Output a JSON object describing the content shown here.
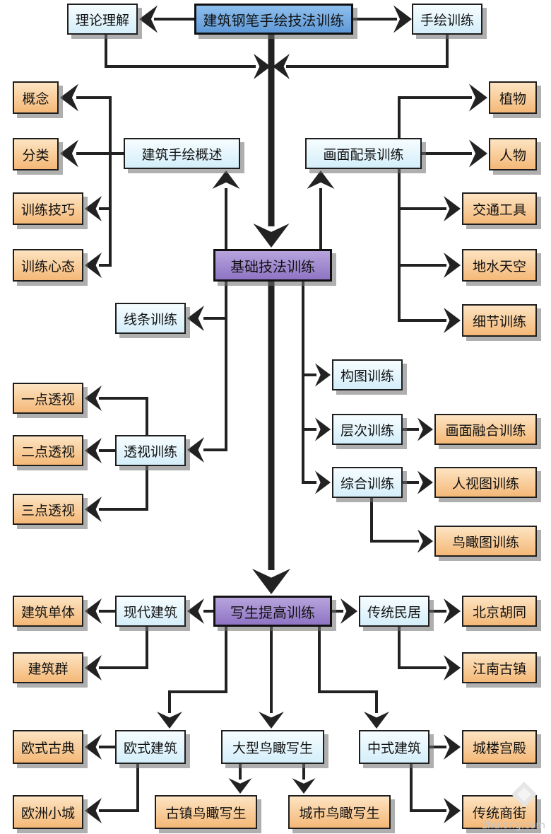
{
  "title": "建筑钢笔手绘技法训练",
  "colors": {
    "root_fill": "#6fa6e0",
    "hub_fill": "#a08bd0",
    "level1_fill": "#e4f5fc",
    "level2_fill": "#f8c890",
    "line": "#222222"
  },
  "nodes": {
    "root": "建筑钢笔手绘技法训练",
    "theory": "理论理解",
    "handdraw": "手绘训练",
    "overview": "建筑手绘概述",
    "concept": "概念",
    "category": "分类",
    "skills": "训练技巧",
    "mindset": "训练心态",
    "scenery": "画面配景训练",
    "plants": "植物",
    "people": "人物",
    "vehicles": "交通工具",
    "ground_water_sky": "地水天空",
    "detail": "细节训练",
    "basic": "基础技法训练",
    "lines": "线条训练",
    "perspective": "透视训练",
    "one_point": "一点透视",
    "two_point": "二点透视",
    "three_point": "三点透视",
    "composition": "构图训练",
    "layering": "层次训练",
    "fusion": "画面融合训练",
    "comprehensive": "综合训练",
    "eye_level": "人视图训练",
    "birdseye": "鸟瞰图训练",
    "sketch": "写生提高训练",
    "modern": "现代建筑",
    "single_building": "建筑单体",
    "building_group": "建筑群",
    "traditional_dwelling": "传统民居",
    "beijing_hutong": "北京胡同",
    "jiangnan_town": "江南古镇",
    "european": "欧式建筑",
    "european_classic": "欧式古典",
    "european_town": "欧洲小城",
    "large_aerial": "大型鸟瞰写生",
    "town_aerial": "古镇鸟瞰写生",
    "city_aerial": "城市鸟瞰写生",
    "chinese": "中式建筑",
    "gate_palace": "城楼宫殿",
    "traditional_street": "传统商街"
  },
  "watermark": "zhulong.com"
}
